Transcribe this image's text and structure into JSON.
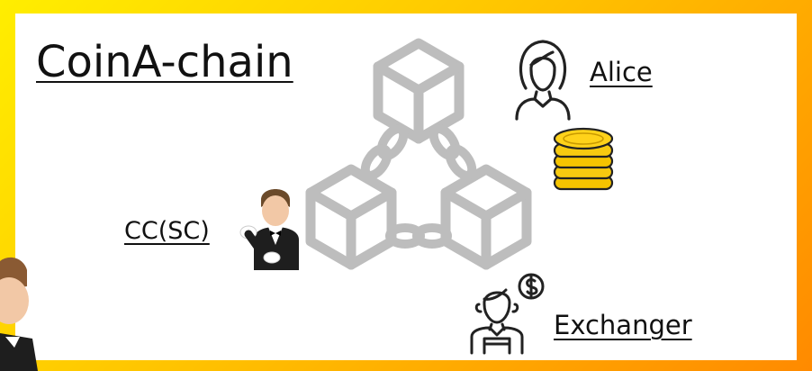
{
  "diagram": {
    "title": "CoinA-chain",
    "actors": {
      "alice": "Alice",
      "cc": "CC(SC)",
      "exchanger": "Exchanger"
    },
    "icons": {
      "blockchain": "blockchain-icon",
      "alice": "woman-avatar-icon",
      "coins": "coin-stack-icon",
      "cc": "butler-icon",
      "exchanger": "exchanger-dollar-icon",
      "person_partial": "person-partial-icon"
    },
    "colors": {
      "frame_start": "#ffee00",
      "frame_end": "#ff8a00",
      "chain_gray": "#bdbdbd",
      "coin_gold": "#f5c400"
    }
  }
}
